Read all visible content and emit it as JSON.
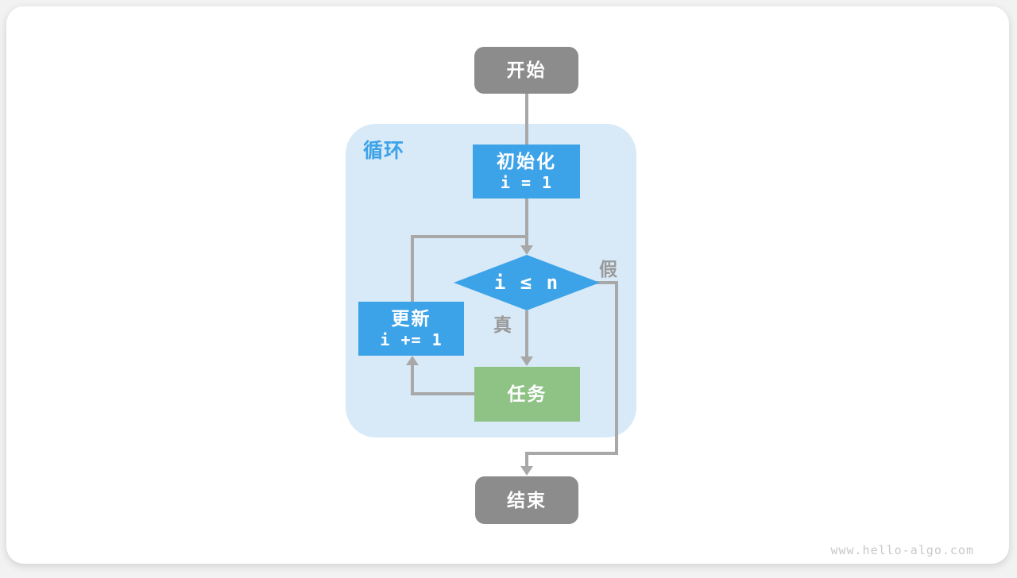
{
  "page": {
    "watermark": "www.hello-algo.com"
  },
  "flowchart": {
    "loop_label": "循环",
    "nodes": {
      "start": {
        "label": "开始"
      },
      "init": {
        "label": "初始化",
        "code": "i = 1"
      },
      "condition": {
        "label": "i ≤ n"
      },
      "update": {
        "label": "更新",
        "code": "i += 1"
      },
      "task": {
        "label": "任务"
      },
      "end": {
        "label": "结束"
      }
    },
    "edges": {
      "true_label": "真",
      "false_label": "假"
    }
  },
  "colors": {
    "blue": "#3da3e8",
    "green": "#8fc285",
    "gray_box": "#8c8c8c",
    "container": "#d8eaf8",
    "line": "#a8a8a8",
    "edge_label": "#9a9a9a",
    "loop_label": "#3da3e8",
    "watermark": "#c9c9c9"
  }
}
